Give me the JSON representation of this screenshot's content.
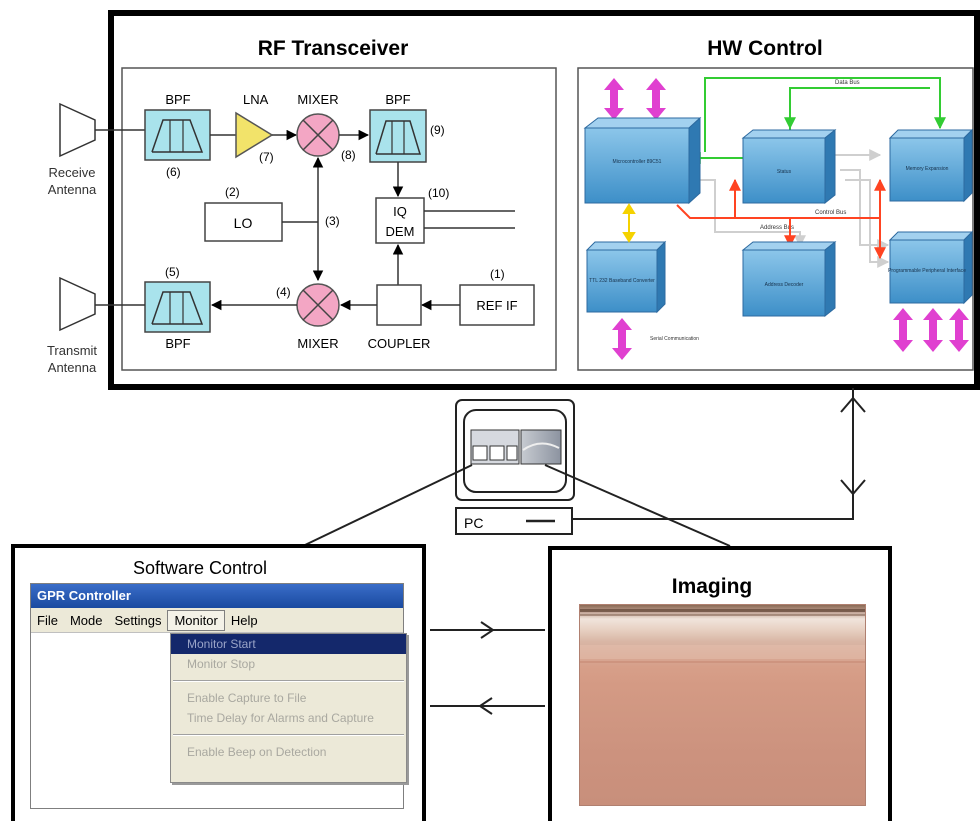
{
  "rf_panel": {
    "title": "RF Transceiver",
    "components": {
      "bpf_rx": "BPF",
      "lna": "LNA",
      "mixer_top": "MIXER",
      "bpf_if": "BPF",
      "lo": "LO",
      "iq_dem_line1": "IQ",
      "iq_dem_line2": "DEM",
      "bpf_tx": "BPF",
      "mixer_bottom": "MIXER",
      "coupler": "COUPLER",
      "ref_if": "REF IF"
    },
    "numbers": {
      "n1": "(1)",
      "n2": "(2)",
      "n3": "(3)",
      "n4": "(4)",
      "n5": "(5)",
      "n6": "(6)",
      "n7": "(7)",
      "n8": "(8)",
      "n9": "(9)",
      "n10": "(10)"
    },
    "receive_antenna": [
      "Receive",
      "Antenna"
    ],
    "transmit_antenna": [
      "Transmit",
      "Antenna"
    ]
  },
  "hw_panel": {
    "title": "HW Control",
    "blocks": [
      "Microcontroller 89C51",
      "Status",
      "Memory Expansion",
      "TTL 232 Baseband Converter",
      "Address Decoder",
      "Programmable Peripheral Interface"
    ]
  },
  "pc": {
    "label": "PC"
  },
  "software_panel": {
    "title": "Software Control",
    "window_title": "GPR Controller",
    "menus": [
      "File",
      "Mode",
      "Settings",
      "Monitor",
      "Help"
    ],
    "dropdown_group1": [
      "Monitor Start",
      "Monitor Stop"
    ],
    "dropdown_group2": [
      "Enable Capture to File",
      "Time Delay for Alarms and Capture"
    ],
    "dropdown_group3": [
      "Enable Beep on Detection"
    ]
  },
  "imaging_panel": {
    "title": "Imaging"
  },
  "colors": {
    "bpf_fill": "#a9e3ec",
    "lna_fill": "#f2e36a",
    "mixer_fill": "#f3a6c4",
    "hw_block": "#5fa7d6",
    "hw_bus_green": "#33cc33",
    "hw_bus_red": "#ff4422",
    "hw_arrow_magenta": "#e040d0",
    "hw_arrow_yellow": "#f5d200"
  }
}
